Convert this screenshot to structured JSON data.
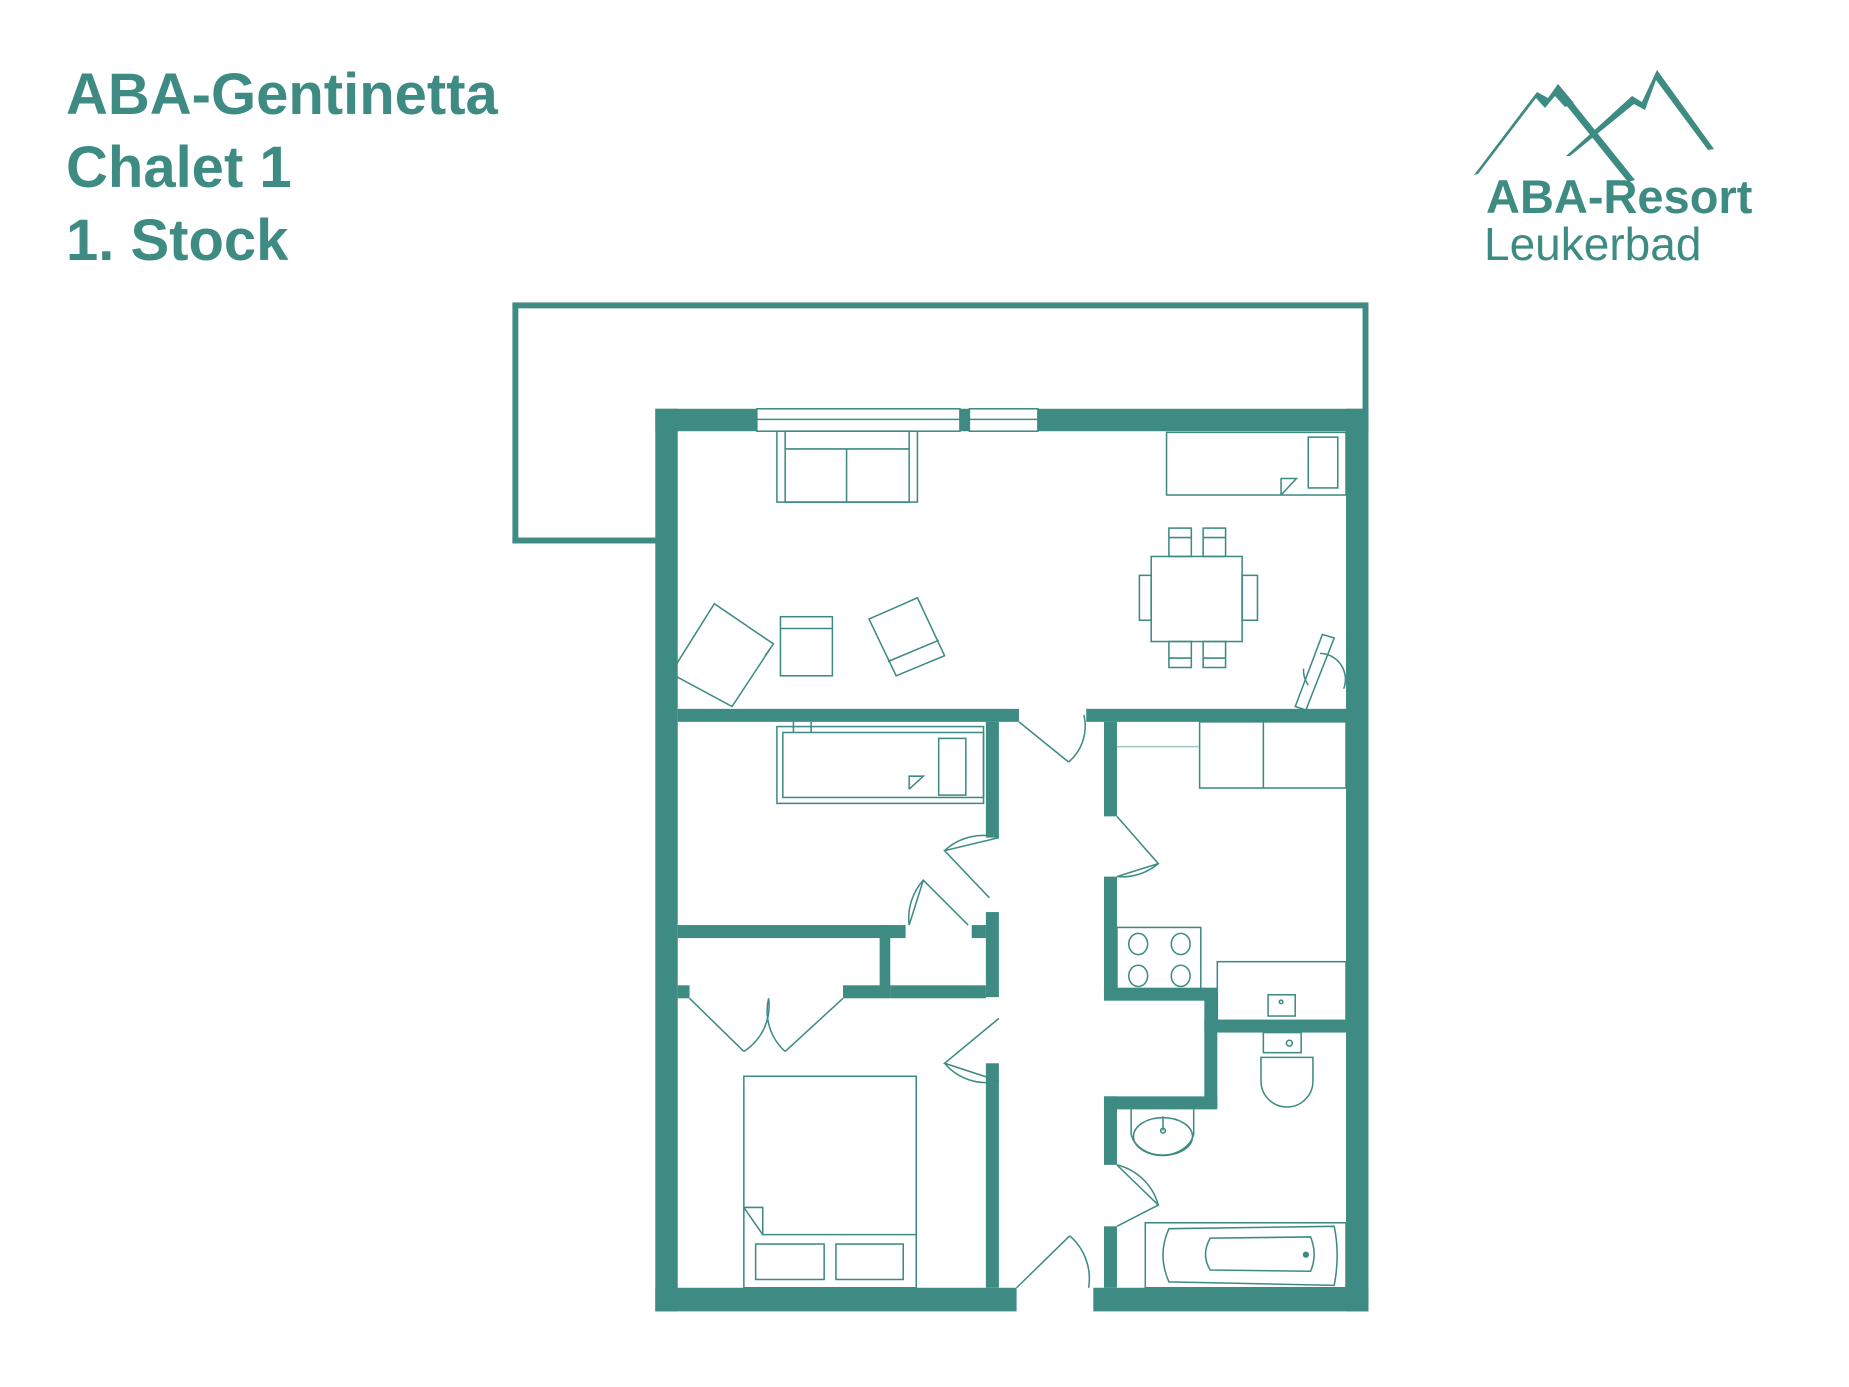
{
  "header": {
    "line1": "ABA-Gentinetta",
    "line2": "Chalet 1",
    "line3": "1. Stock"
  },
  "logo": {
    "name": "ABA-Resort",
    "place": "Leukerbad",
    "icon": "mountains-icon"
  },
  "colors": {
    "accent": "#3d8b82",
    "background": "#ffffff"
  },
  "floor_plan": {
    "rooms": [
      "balcony",
      "living-dining-room",
      "bedroom-1",
      "storage",
      "bedroom-2",
      "hallway",
      "kitchen",
      "bathroom"
    ],
    "furniture": [
      "sofa",
      "tv-cabinet",
      "armchair",
      "side-table",
      "armchair",
      "dining-table",
      "chairs",
      "desk-chair",
      "single-bed",
      "wardrobe",
      "double-bed",
      "stove",
      "kitchen-sink",
      "toilet",
      "washbasin",
      "bathtub"
    ]
  }
}
